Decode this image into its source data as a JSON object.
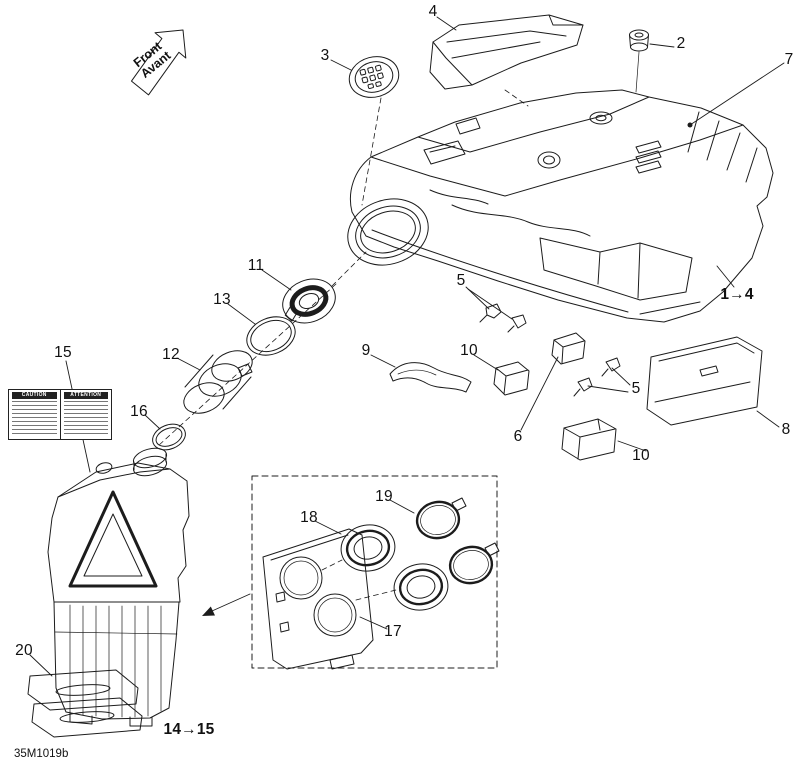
{
  "diagram": {
    "code": "35M1019b",
    "front_arrow": {
      "line1": "Front",
      "line2": "Avant"
    },
    "warning_sticker": {
      "left_title": "CAUTION",
      "right_title": "ATTENTION"
    },
    "callouts": {
      "c1_4": "1→4",
      "c2": "2",
      "c3": "3",
      "c4": "4",
      "c5": "5",
      "c6": "6",
      "c7": "7",
      "c8": "8",
      "c9": "9",
      "c10": "10",
      "c11": "11",
      "c12": "12",
      "c13": "13",
      "c14_15": "14→15",
      "c15": "15",
      "c16": "16",
      "c17": "17",
      "c18": "18",
      "c19": "19",
      "c20": "20"
    }
  }
}
